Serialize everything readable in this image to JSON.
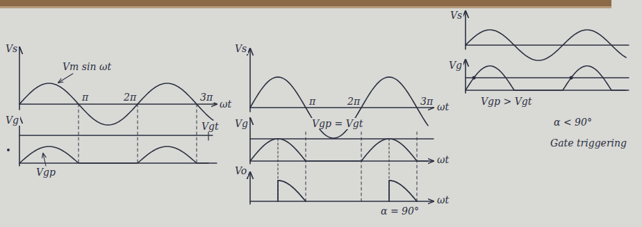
{
  "diagram": {
    "labels": [
      "Vs",
      "Vm sin ωt",
      "π",
      "2π",
      "3π",
      "ωt",
      "Vg",
      "Vgt",
      "Vgp",
      "Vs",
      "π",
      "2π",
      "3π",
      "ωt",
      "Vg",
      "Vgp = Vgt",
      "ωt",
      "Vo",
      "ωt",
      "α = 90°",
      "Vs",
      "Vg",
      "Vgp > Vgt",
      "α < 90°",
      "Gate triggering"
    ]
  }
}
